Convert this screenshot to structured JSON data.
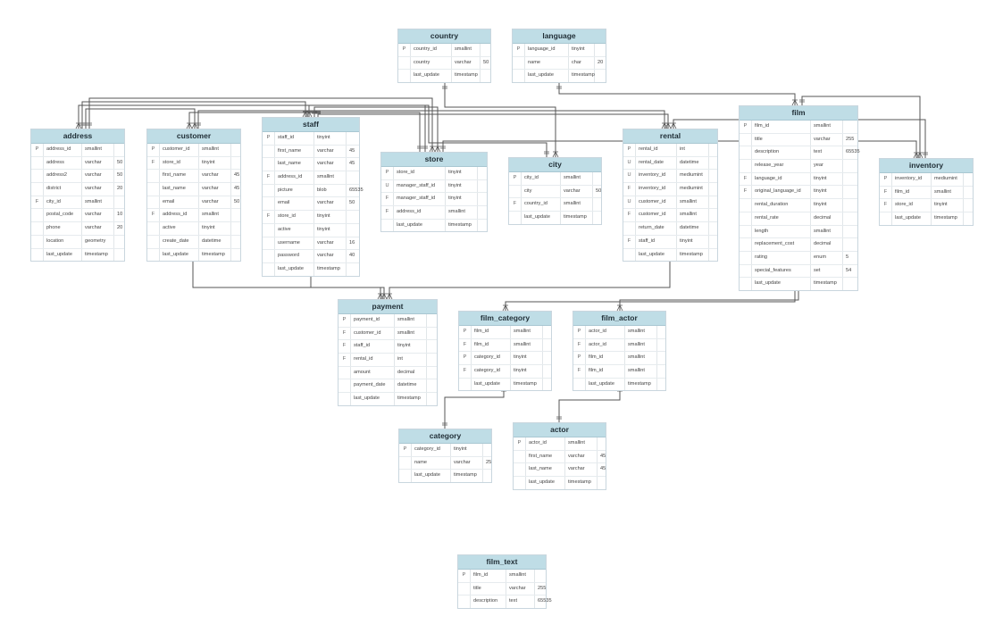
{
  "tables": [
    {
      "id": "country",
      "name": "country",
      "columns": [
        {
          "key": "P",
          "name": "country_id",
          "type": "smallint",
          "length": ""
        },
        {
          "key": "",
          "name": "country",
          "type": "varchar",
          "length": "50"
        },
        {
          "key": "",
          "name": "last_update",
          "type": "timestamp",
          "length": ""
        }
      ]
    },
    {
      "id": "language",
      "name": "language",
      "columns": [
        {
          "key": "P",
          "name": "language_id",
          "type": "tinyint",
          "length": ""
        },
        {
          "key": "",
          "name": "name",
          "type": "char",
          "length": "20"
        },
        {
          "key": "",
          "name": "last_update",
          "type": "timestamp",
          "length": ""
        }
      ]
    },
    {
      "id": "address",
      "name": "address",
      "columns": [
        {
          "key": "P",
          "name": "address_id",
          "type": "smallint",
          "length": ""
        },
        {
          "key": "",
          "name": "address",
          "type": "varchar",
          "length": "50"
        },
        {
          "key": "",
          "name": "address2",
          "type": "varchar",
          "length": "50"
        },
        {
          "key": "",
          "name": "district",
          "type": "varchar",
          "length": "20"
        },
        {
          "key": "F",
          "name": "city_id",
          "type": "smallint",
          "length": ""
        },
        {
          "key": "",
          "name": "postal_code",
          "type": "varchar",
          "length": "10"
        },
        {
          "key": "",
          "name": "phone",
          "type": "varchar",
          "length": "20"
        },
        {
          "key": "",
          "name": "location",
          "type": "geometry",
          "length": ""
        },
        {
          "key": "",
          "name": "last_update",
          "type": "timestamp",
          "length": ""
        }
      ]
    },
    {
      "id": "customer",
      "name": "customer",
      "columns": [
        {
          "key": "P",
          "name": "customer_id",
          "type": "smallint",
          "length": ""
        },
        {
          "key": "F",
          "name": "store_id",
          "type": "tinyint",
          "length": ""
        },
        {
          "key": "",
          "name": "first_name",
          "type": "varchar",
          "length": "45"
        },
        {
          "key": "",
          "name": "last_name",
          "type": "varchar",
          "length": "45"
        },
        {
          "key": "",
          "name": "email",
          "type": "varchar",
          "length": "50"
        },
        {
          "key": "F",
          "name": "address_id",
          "type": "smallint",
          "length": ""
        },
        {
          "key": "",
          "name": "active",
          "type": "tinyint",
          "length": ""
        },
        {
          "key": "",
          "name": "create_date",
          "type": "datetime",
          "length": ""
        },
        {
          "key": "",
          "name": "last_update",
          "type": "timestamp",
          "length": ""
        }
      ]
    },
    {
      "id": "staff",
      "name": "staff",
      "columns": [
        {
          "key": "P",
          "name": "staff_id",
          "type": "tinyint",
          "length": ""
        },
        {
          "key": "",
          "name": "first_name",
          "type": "varchar",
          "length": "45"
        },
        {
          "key": "",
          "name": "last_name",
          "type": "varchar",
          "length": "45"
        },
        {
          "key": "F",
          "name": "address_id",
          "type": "smallint",
          "length": ""
        },
        {
          "key": "",
          "name": "picture",
          "type": "blob",
          "length": "65535"
        },
        {
          "key": "",
          "name": "email",
          "type": "varchar",
          "length": "50"
        },
        {
          "key": "F",
          "name": "store_id",
          "type": "tinyint",
          "length": ""
        },
        {
          "key": "",
          "name": "active",
          "type": "tinyint",
          "length": ""
        },
        {
          "key": "",
          "name": "username",
          "type": "varchar",
          "length": "16"
        },
        {
          "key": "",
          "name": "password",
          "type": "varchar",
          "length": "40"
        },
        {
          "key": "",
          "name": "last_update",
          "type": "timestamp",
          "length": ""
        }
      ]
    },
    {
      "id": "store",
      "name": "store",
      "columns": [
        {
          "key": "P",
          "name": "store_id",
          "type": "tinyint",
          "length": ""
        },
        {
          "key": "U",
          "name": "manager_staff_id",
          "type": "tinyint",
          "length": ""
        },
        {
          "key": "F",
          "name": "manager_staff_id",
          "type": "tinyint",
          "length": ""
        },
        {
          "key": "F",
          "name": "address_id",
          "type": "smallint",
          "length": ""
        },
        {
          "key": "",
          "name": "last_update",
          "type": "timestamp",
          "length": ""
        }
      ]
    },
    {
      "id": "city",
      "name": "city",
      "columns": [
        {
          "key": "P",
          "name": "city_id",
          "type": "smallint",
          "length": ""
        },
        {
          "key": "",
          "name": "city",
          "type": "varchar",
          "length": "50"
        },
        {
          "key": "F",
          "name": "country_id",
          "type": "smallint",
          "length": ""
        },
        {
          "key": "",
          "name": "last_update",
          "type": "timestamp",
          "length": ""
        }
      ]
    },
    {
      "id": "rental",
      "name": "rental",
      "columns": [
        {
          "key": "P",
          "name": "rental_id",
          "type": "int",
          "length": ""
        },
        {
          "key": "U",
          "name": "rental_date",
          "type": "datetime",
          "length": ""
        },
        {
          "key": "U",
          "name": "inventory_id",
          "type": "mediumint",
          "length": ""
        },
        {
          "key": "F",
          "name": "inventory_id",
          "type": "mediumint",
          "length": ""
        },
        {
          "key": "U",
          "name": "customer_id",
          "type": "smallint",
          "length": ""
        },
        {
          "key": "F",
          "name": "customer_id",
          "type": "smallint",
          "length": ""
        },
        {
          "key": "",
          "name": "return_date",
          "type": "datetime",
          "length": ""
        },
        {
          "key": "F",
          "name": "staff_id",
          "type": "tinyint",
          "length": ""
        },
        {
          "key": "",
          "name": "last_update",
          "type": "timestamp",
          "length": ""
        }
      ]
    },
    {
      "id": "film",
      "name": "film",
      "columns": [
        {
          "key": "P",
          "name": "film_id",
          "type": "smallint",
          "length": ""
        },
        {
          "key": "",
          "name": "title",
          "type": "varchar",
          "length": "255"
        },
        {
          "key": "",
          "name": "description",
          "type": "text",
          "length": "65535"
        },
        {
          "key": "",
          "name": "release_year",
          "type": "year",
          "length": ""
        },
        {
          "key": "F",
          "name": "language_id",
          "type": "tinyint",
          "length": ""
        },
        {
          "key": "F",
          "name": "original_language_id",
          "type": "tinyint",
          "length": ""
        },
        {
          "key": "",
          "name": "rental_duration",
          "type": "tinyint",
          "length": ""
        },
        {
          "key": "",
          "name": "rental_rate",
          "type": "decimal",
          "length": ""
        },
        {
          "key": "",
          "name": "length",
          "type": "smallint",
          "length": ""
        },
        {
          "key": "",
          "name": "replacement_cost",
          "type": "decimal",
          "length": ""
        },
        {
          "key": "",
          "name": "rating",
          "type": "enum",
          "length": "5"
        },
        {
          "key": "",
          "name": "special_features",
          "type": "set",
          "length": "54"
        },
        {
          "key": "",
          "name": "last_update",
          "type": "timestamp",
          "length": ""
        }
      ]
    },
    {
      "id": "inventory",
      "name": "inventory",
      "columns": [
        {
          "key": "P",
          "name": "inventory_id",
          "type": "mediumint",
          "length": ""
        },
        {
          "key": "F",
          "name": "film_id",
          "type": "smallint",
          "length": ""
        },
        {
          "key": "F",
          "name": "store_id",
          "type": "tinyint",
          "length": ""
        },
        {
          "key": "",
          "name": "last_update",
          "type": "timestamp",
          "length": ""
        }
      ]
    },
    {
      "id": "payment",
      "name": "payment",
      "columns": [
        {
          "key": "P",
          "name": "payment_id",
          "type": "smallint",
          "length": ""
        },
        {
          "key": "F",
          "name": "customer_id",
          "type": "smallint",
          "length": ""
        },
        {
          "key": "F",
          "name": "staff_id",
          "type": "tinyint",
          "length": ""
        },
        {
          "key": "F",
          "name": "rental_id",
          "type": "int",
          "length": ""
        },
        {
          "key": "",
          "name": "amount",
          "type": "decimal",
          "length": ""
        },
        {
          "key": "",
          "name": "payment_date",
          "type": "datetime",
          "length": ""
        },
        {
          "key": "",
          "name": "last_update",
          "type": "timestamp",
          "length": ""
        }
      ]
    },
    {
      "id": "film_category",
      "name": "film_category",
      "columns": [
        {
          "key": "P",
          "name": "film_id",
          "type": "smallint",
          "length": ""
        },
        {
          "key": "F",
          "name": "film_id",
          "type": "smallint",
          "length": ""
        },
        {
          "key": "P",
          "name": "category_id",
          "type": "tinyint",
          "length": ""
        },
        {
          "key": "F",
          "name": "category_id",
          "type": "tinyint",
          "length": ""
        },
        {
          "key": "",
          "name": "last_update",
          "type": "timestamp",
          "length": ""
        }
      ]
    },
    {
      "id": "film_actor",
      "name": "film_actor",
      "columns": [
        {
          "key": "P",
          "name": "actor_id",
          "type": "smallint",
          "length": ""
        },
        {
          "key": "F",
          "name": "actor_id",
          "type": "smallint",
          "length": ""
        },
        {
          "key": "P",
          "name": "film_id",
          "type": "smallint",
          "length": ""
        },
        {
          "key": "F",
          "name": "film_id",
          "type": "smallint",
          "length": ""
        },
        {
          "key": "",
          "name": "last_update",
          "type": "timestamp",
          "length": ""
        }
      ]
    },
    {
      "id": "category",
      "name": "category",
      "columns": [
        {
          "key": "P",
          "name": "category_id",
          "type": "tinyint",
          "length": ""
        },
        {
          "key": "",
          "name": "name",
          "type": "varchar",
          "length": "25"
        },
        {
          "key": "",
          "name": "last_update",
          "type": "timestamp",
          "length": ""
        }
      ]
    },
    {
      "id": "actor",
      "name": "actor",
      "columns": [
        {
          "key": "P",
          "name": "actor_id",
          "type": "smallint",
          "length": ""
        },
        {
          "key": "",
          "name": "first_name",
          "type": "varchar",
          "length": "45"
        },
        {
          "key": "",
          "name": "last_name",
          "type": "varchar",
          "length": "45"
        },
        {
          "key": "",
          "name": "last_update",
          "type": "timestamp",
          "length": ""
        }
      ]
    },
    {
      "id": "film_text",
      "name": "film_text",
      "columns": [
        {
          "key": "P",
          "name": "film_id",
          "type": "smallint",
          "length": ""
        },
        {
          "key": "",
          "name": "title",
          "type": "varchar",
          "length": "255"
        },
        {
          "key": "",
          "name": "description",
          "type": "text",
          "length": "65535"
        }
      ]
    }
  ],
  "relationships": [
    {
      "from": "city",
      "to": "country"
    },
    {
      "from": "film",
      "to": "language"
    },
    {
      "from": "address",
      "to": "city"
    },
    {
      "from": "customer",
      "to": "address"
    },
    {
      "from": "customer",
      "to": "store"
    },
    {
      "from": "staff",
      "to": "address"
    },
    {
      "from": "staff",
      "to": "store"
    },
    {
      "from": "store",
      "to": "address"
    },
    {
      "from": "store",
      "to": "staff"
    },
    {
      "from": "rental",
      "to": "customer"
    },
    {
      "from": "rental",
      "to": "staff"
    },
    {
      "from": "rental",
      "to": "inventory"
    },
    {
      "from": "inventory",
      "to": "film"
    },
    {
      "from": "inventory",
      "to": "store"
    },
    {
      "from": "payment",
      "to": "customer"
    },
    {
      "from": "payment",
      "to": "staff"
    },
    {
      "from": "payment",
      "to": "rental"
    },
    {
      "from": "film_category",
      "to": "film"
    },
    {
      "from": "film_category",
      "to": "category"
    },
    {
      "from": "film_actor",
      "to": "film"
    },
    {
      "from": "film_actor",
      "to": "actor"
    }
  ],
  "colors": {
    "header_bg": "#bfdde6",
    "border": "#c9d6de",
    "line": "#555555"
  }
}
